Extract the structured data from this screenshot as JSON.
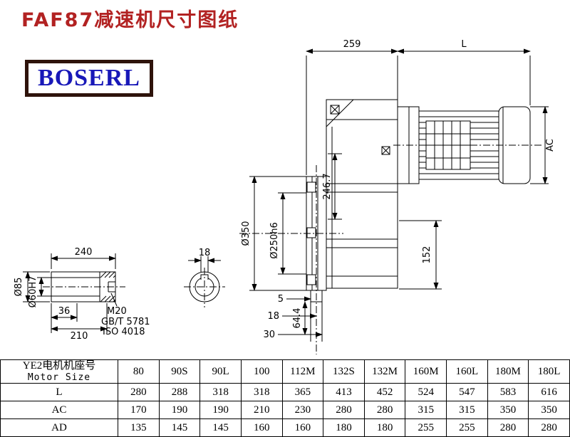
{
  "title": "FAF87减速机尺寸图纸",
  "logo": {
    "text": "BOSERL"
  },
  "colors": {
    "title_red": "#b22222",
    "logo_blue": "#1818b8",
    "logo_border": "#2e130b",
    "line": "#000000"
  },
  "drawing": {
    "top": {
      "d259": "259",
      "L": "L"
    },
    "right": {
      "AC": "AC"
    },
    "main": {
      "d350": "Ø350",
      "d250h6": "Ø250h6",
      "d246_7": "246.7",
      "d152": "152",
      "d5": "5",
      "d18": "18",
      "d30": "30",
      "d64_4": "64.4"
    },
    "shaft": {
      "d240": "240",
      "d36": "36",
      "d210": "210",
      "d85": "Ø85",
      "d60h7": "Ø60H7",
      "m20": "M20",
      "gb": "GB/T 5781",
      "iso": "ISO 4018",
      "d18key": "18"
    }
  },
  "table": {
    "header_cn": "YE2电机机座号",
    "header_en": "Motor Size",
    "sizes": [
      "80",
      "90S",
      "90L",
      "100",
      "112M",
      "132S",
      "132M",
      "160M",
      "160L",
      "180M",
      "180L"
    ],
    "rows": [
      {
        "label": "L",
        "values": [
          "280",
          "288",
          "318",
          "318",
          "365",
          "413",
          "452",
          "524",
          "547",
          "583",
          "616"
        ]
      },
      {
        "label": "AC",
        "values": [
          "170",
          "190",
          "190",
          "210",
          "230",
          "280",
          "280",
          "315",
          "315",
          "350",
          "350"
        ]
      },
      {
        "label": "AD",
        "values": [
          "135",
          "145",
          "145",
          "160",
          "160",
          "180",
          "180",
          "255",
          "255",
          "280",
          "280"
        ]
      }
    ]
  }
}
